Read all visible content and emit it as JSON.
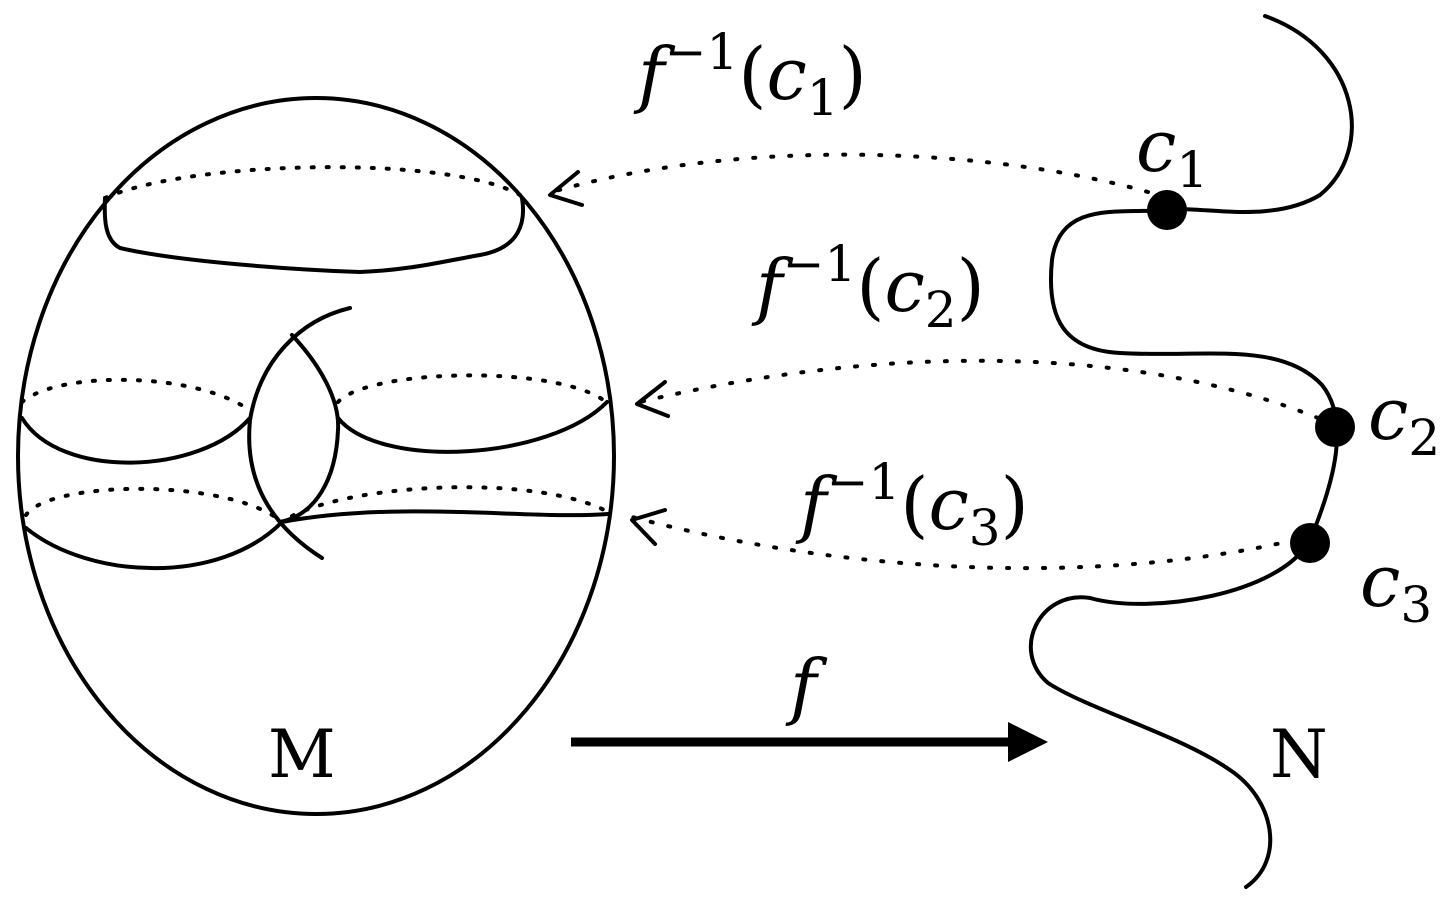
{
  "preimage_labels": [
    {
      "f": "f",
      "sup": "−1",
      "open": "(",
      "c": "c",
      "sub": "1",
      "close": ")"
    },
    {
      "f": "f",
      "sup": "−1",
      "open": "(",
      "c": "c",
      "sub": "2",
      "close": ")"
    },
    {
      "f": "f",
      "sup": "−1",
      "open": "(",
      "c": "c",
      "sub": "3",
      "close": ")"
    }
  ],
  "points": [
    {
      "c": "c",
      "sub": "1"
    },
    {
      "c": "c",
      "sub": "2"
    },
    {
      "c": "c",
      "sub": "3"
    }
  ],
  "map_label": "f",
  "domain_label": "M",
  "codomain_label": "N"
}
